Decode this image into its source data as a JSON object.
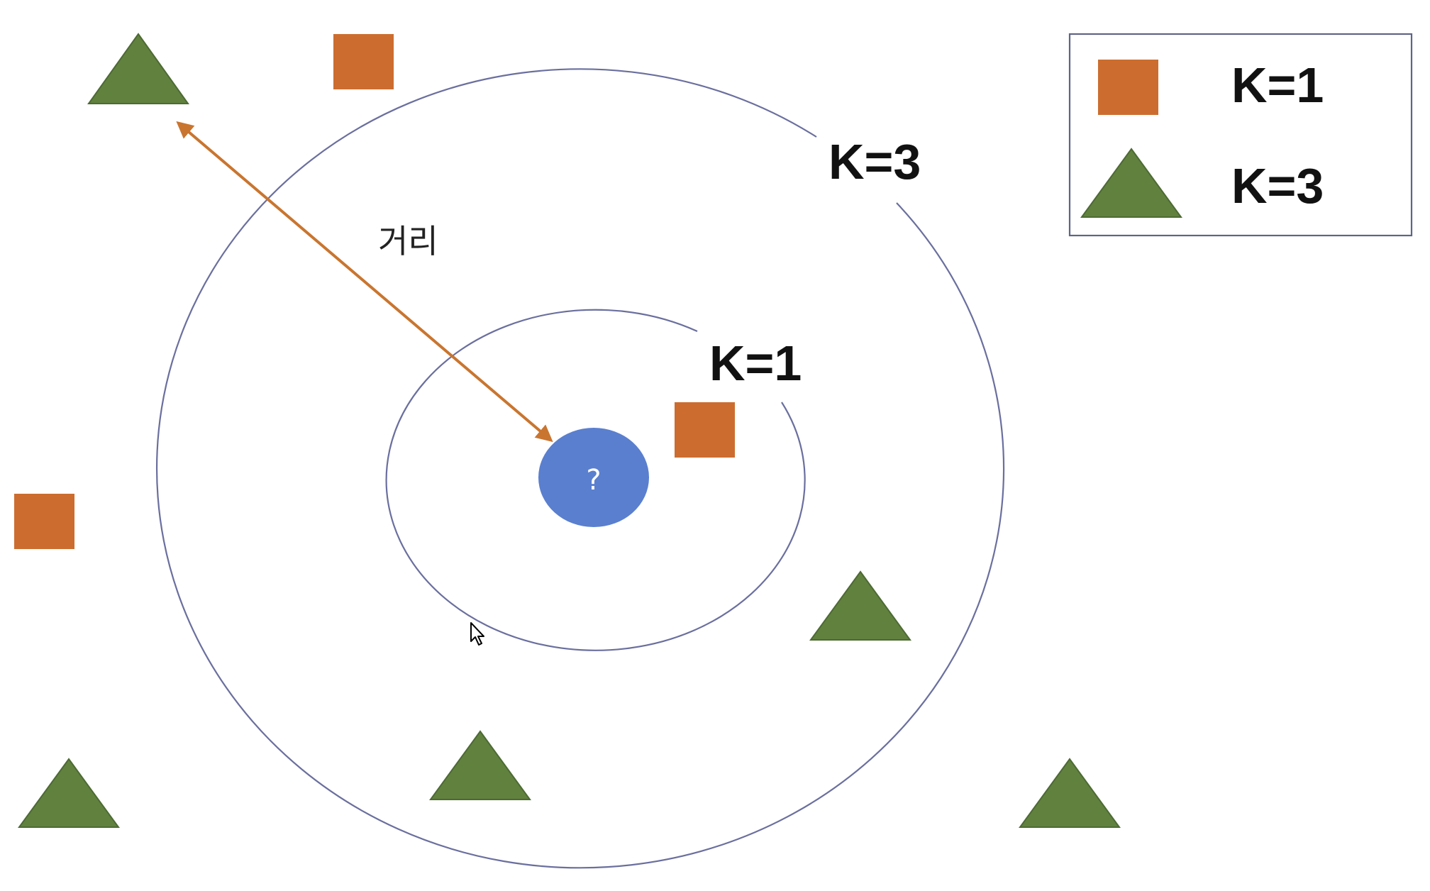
{
  "colors": {
    "square": "#cc6d2f",
    "triangle": "#61813f",
    "query": "#5a7fcf",
    "circle_stroke": "#6a6f9e",
    "arrow": "#c9752f",
    "text": "#111111",
    "legend_border": "#5f6487"
  },
  "diagram": {
    "query_label": "?",
    "distance_label": "거리",
    "outer_circle_label": "K=3",
    "inner_circle_label": "K=1"
  },
  "legend": {
    "items": [
      {
        "shape": "square",
        "label": "K=1"
      },
      {
        "shape": "triangle",
        "label": "K=3"
      }
    ]
  },
  "icons": {
    "cursor": "mouse-pointer-icon"
  }
}
